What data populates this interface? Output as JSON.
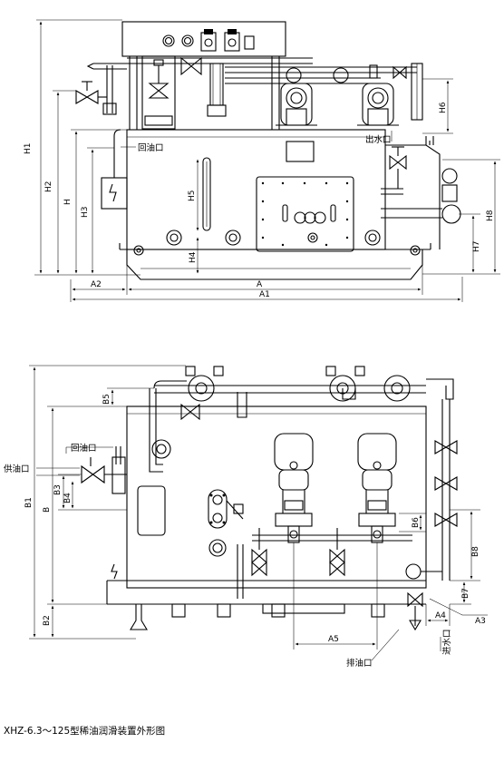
{
  "caption": "XHZ-6.3～125型稀油润滑装置外形图",
  "colors": {
    "ink": "#000000",
    "paper": "#ffffff"
  },
  "front_view": {
    "callouts": {
      "return_oil": "回油口",
      "water_out": "出水口"
    },
    "dims": {
      "H1": "H1",
      "H2": "H2",
      "H": "H",
      "H3": "H3",
      "H4": "H4",
      "H5": "H5",
      "H6": "H6",
      "H7": "H7",
      "H8": "H8",
      "A": "A",
      "A1": "A1",
      "A2": "A2"
    }
  },
  "top_view": {
    "callouts": {
      "supply_oil": "供油口",
      "return_oil": "回油口",
      "drain_oil": "排油口",
      "water_in": "进水口"
    },
    "dims": {
      "B1": "B1",
      "B": "B",
      "B2": "B2",
      "B3": "B3",
      "B4": "B4",
      "B5": "B5",
      "B6": "B6",
      "B7": "B7",
      "B8": "B8",
      "A3": "A3",
      "A4": "A4",
      "A5": "A5"
    }
  }
}
